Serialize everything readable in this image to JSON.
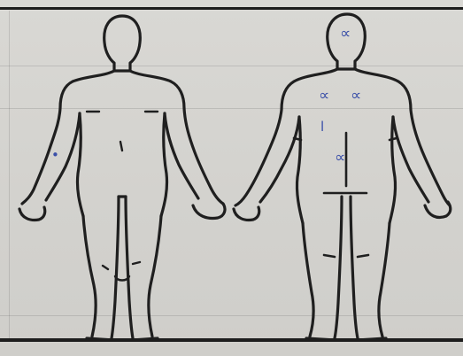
{
  "document": {
    "type": "body-diagram"
  },
  "figures": [
    {
      "id": "front",
      "view": "anterior"
    },
    {
      "id": "back",
      "view": "posterior"
    }
  ],
  "annotations": {
    "mark_symbol": "∝",
    "tick_symbol": "l",
    "dot_symbol": "•",
    "ink_color": "#3a4fa8"
  }
}
